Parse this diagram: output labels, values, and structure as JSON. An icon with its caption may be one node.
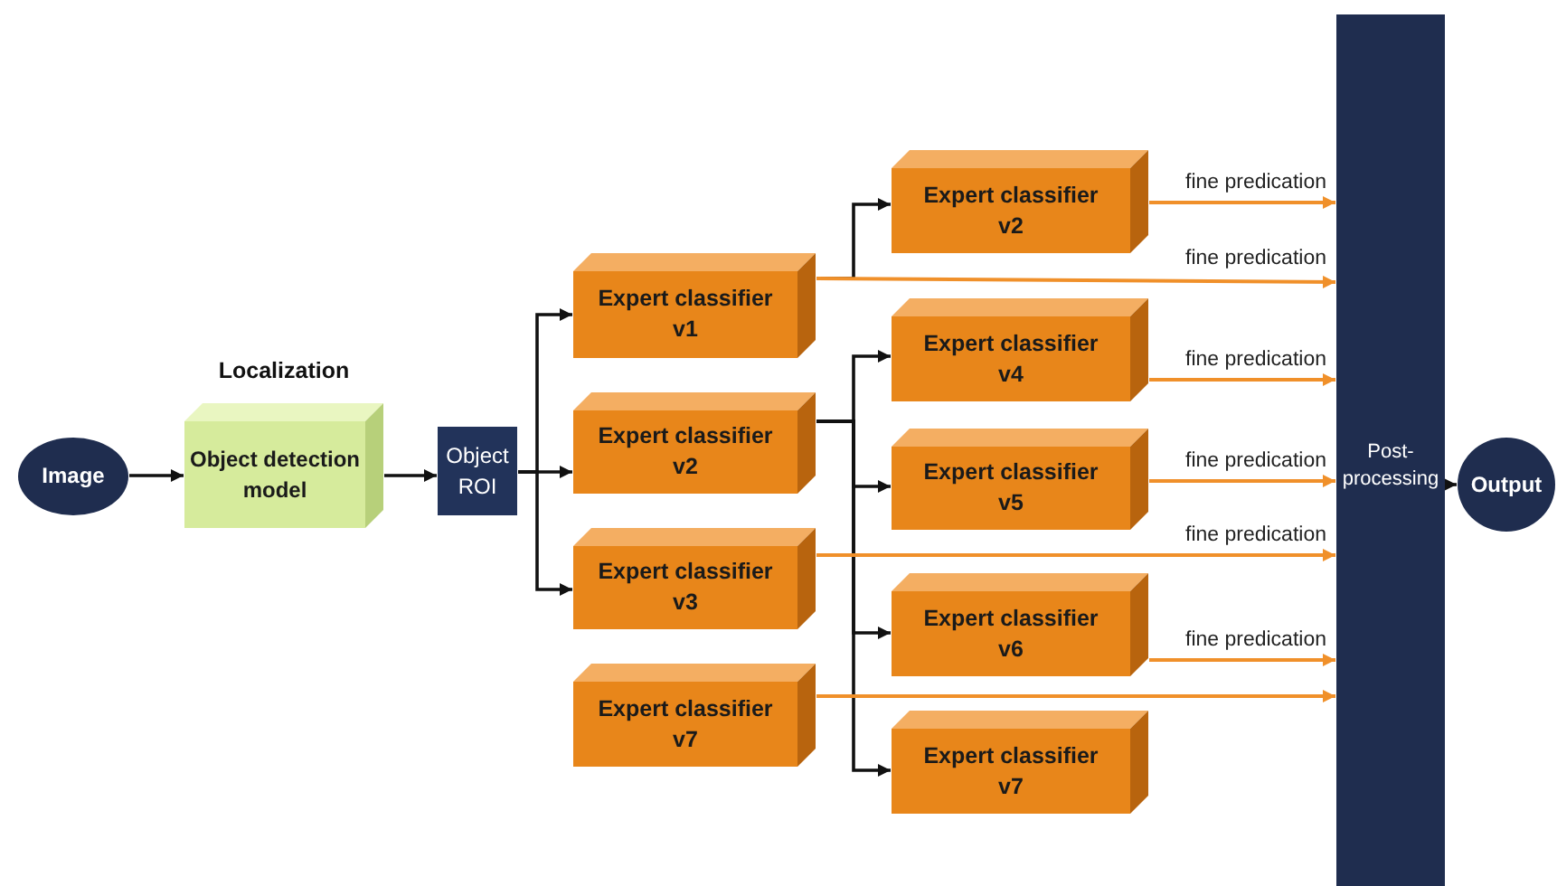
{
  "diagram": {
    "nodes": [
      {
        "text": [
          "Image"
        ]
      },
      {
        "text": [
          "Localization",
          "Object detection model"
        ]
      },
      {
        "text": [
          "Object ROI"
        ]
      },
      {
        "text": [
          "Expert classifier v1"
        ]
      },
      {
        "text": [
          "Expert classifier v2"
        ]
      },
      {
        "text": [
          "Expert classifier v3"
        ]
      },
      {
        "text": [
          "Expert classifier v7"
        ]
      },
      {
        "text": [
          "Expert classifier v2"
        ]
      },
      {
        "text": [
          "Expert classifier v4"
        ]
      },
      {
        "text": [
          "Expert classifier v5"
        ]
      },
      {
        "text": [
          "Expert classifier v6"
        ]
      },
      {
        "text": [
          "Expert classifier v7"
        ]
      },
      {
        "text": [
          "Post-processing"
        ]
      },
      {
        "text": [
          "Output"
        ]
      }
    ],
    "edges": [
      {
        "from": 0,
        "to": 1,
        "arrow": "to"
      },
      {
        "from": 1,
        "to": 2,
        "arrow": "to"
      },
      {
        "from": 2,
        "to": 3,
        "arrow": "to"
      },
      {
        "from": 2,
        "to": 4,
        "arrow": "to"
      },
      {
        "from": 2,
        "to": 5,
        "arrow": "to"
      },
      {
        "from": 3,
        "to": 7,
        "arrow": "to"
      },
      {
        "from": 3,
        "to": 12,
        "arrow": "to",
        "label": "fine predication",
        "color": "#f0902a"
      },
      {
        "from": 4,
        "to": 8,
        "arrow": "to"
      },
      {
        "from": 4,
        "to": 9,
        "arrow": "to"
      },
      {
        "from": 4,
        "to": 10,
        "arrow": "to"
      },
      {
        "from": 4,
        "to": 11,
        "arrow": "to"
      },
      {
        "from": 5,
        "to": 12,
        "arrow": "to",
        "label": "fine predication",
        "color": "#f0902a"
      },
      {
        "from": 6,
        "to": 12,
        "arrow": "to",
        "color": "#f0902a"
      },
      {
        "from": 7,
        "to": 12,
        "arrow": "to",
        "label": "fine predication",
        "color": "#f0902a"
      },
      {
        "from": 8,
        "to": 12,
        "arrow": "to",
        "label": "fine predication",
        "color": "#f0902a"
      },
      {
        "from": 9,
        "to": 12,
        "arrow": "to",
        "label": "fine predication",
        "color": "#f0902a"
      },
      {
        "from": 10,
        "to": 12,
        "arrow": "to",
        "label": "fine predication",
        "color": "#f0902a"
      },
      {
        "from": 12,
        "to": 13,
        "arrow": "to"
      }
    ]
  }
}
